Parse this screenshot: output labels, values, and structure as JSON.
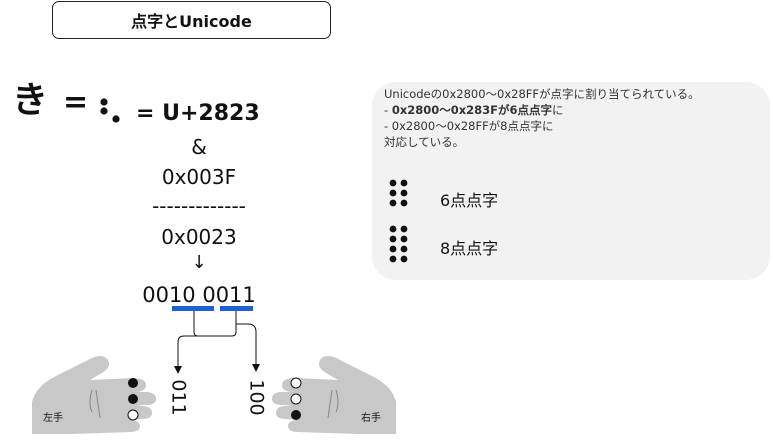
{
  "title": "点字とUnicode",
  "equation": {
    "character": "き",
    "equals": "=",
    "codepoint": "= U+2823"
  },
  "calculation": {
    "operator": "&",
    "mask": "0x003F",
    "separator": "-------------",
    "result": "0x0023",
    "arrow": "↓",
    "binary": "0010 0011"
  },
  "info": {
    "line1": "Unicodeの0x2800〜0x28FFが点字に割り当てられている。",
    "line2_prefix": "- ",
    "line2_bold": "0x2800〜0x283Fが6点点字",
    "line2_suffix": "に",
    "line3": "- 0x2800〜0x28FFが8点点字に",
    "line4": "対応している。"
  },
  "legend": {
    "six_dot": "6点点字",
    "eight_dot": "8点点字"
  },
  "hands": {
    "left_label": "左手",
    "right_label": "右手",
    "left_bits": "011",
    "right_bits": "100"
  },
  "colors": {
    "accent_bar": "#1f5fd6",
    "hand_fill": "#c8c8c8",
    "info_bg": "#f2f2f2"
  }
}
